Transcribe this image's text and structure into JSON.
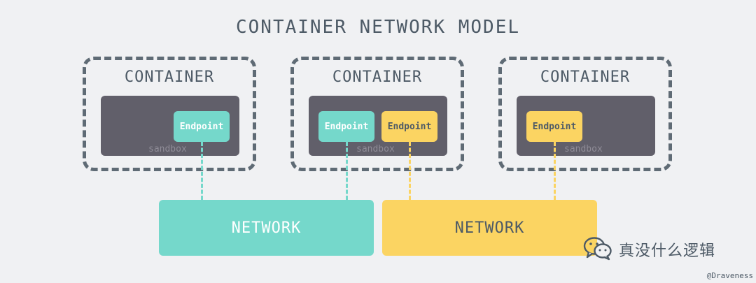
{
  "title": "CONTAINER NETWORK MODEL",
  "containers": [
    {
      "label": "CONTAINER",
      "sandbox_label": "sandbox",
      "endpoints": [
        {
          "label": "Endpoint",
          "network": "teal"
        }
      ]
    },
    {
      "label": "CONTAINER",
      "sandbox_label": "sandbox",
      "endpoints": [
        {
          "label": "Endpoint",
          "network": "teal"
        },
        {
          "label": "Endpoint",
          "network": "yellow"
        }
      ]
    },
    {
      "label": "CONTAINER",
      "sandbox_label": "sandbox",
      "endpoints": [
        {
          "label": "Endpoint",
          "network": "yellow"
        }
      ]
    }
  ],
  "networks": [
    {
      "label": "NETWORK",
      "color": "#75d8cb"
    },
    {
      "label": "NETWORK",
      "color": "#fbd462"
    }
  ],
  "colors": {
    "background": "#f0f1f3",
    "text": "#4d5a66",
    "dashed_border": "#5f6b75",
    "sandbox": "#615f6a",
    "teal": "#75d8cb",
    "yellow": "#fbd462"
  },
  "watermark": {
    "icon": "wechat-icon",
    "text": "真没什么逻辑"
  },
  "credit": "@Draveness"
}
